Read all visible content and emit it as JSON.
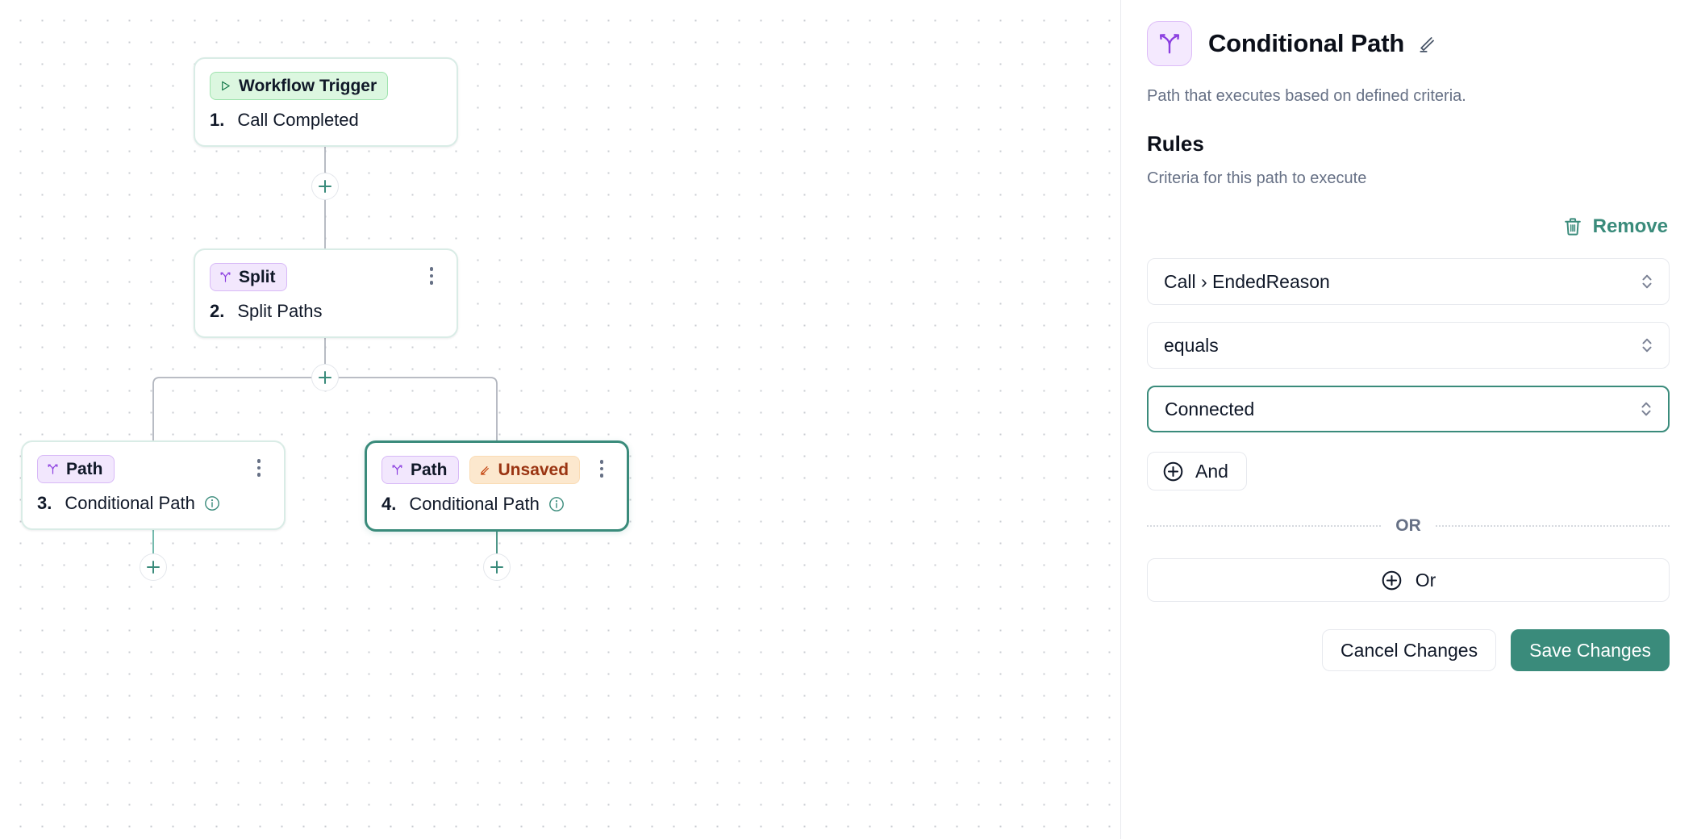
{
  "canvas": {
    "nodes": [
      {
        "badge_label": "Workflow Trigger",
        "badge_icon": "play-triangle-icon",
        "number": "1.",
        "title": "Call Completed",
        "has_kebab": false,
        "has_info": false,
        "unsaved": false,
        "selected": false
      },
      {
        "badge_label": "Split",
        "badge_icon": "branch-icon",
        "number": "2.",
        "title": "Split Paths",
        "has_kebab": true,
        "has_info": false,
        "unsaved": false,
        "selected": false
      },
      {
        "badge_label": "Path",
        "badge_icon": "branch-icon",
        "number": "3.",
        "title": "Conditional Path",
        "has_kebab": true,
        "has_info": true,
        "unsaved": false,
        "selected": false
      },
      {
        "badge_label": "Path",
        "badge_icon": "branch-icon",
        "number": "4.",
        "title": "Conditional Path",
        "has_kebab": true,
        "has_info": true,
        "unsaved": true,
        "unsaved_label": "Unsaved",
        "selected": true
      }
    ],
    "add_buttons": [
      "add-node-after-trigger",
      "add-node-after-split",
      "add-node-after-path-3",
      "add-node-after-path-4"
    ]
  },
  "panel": {
    "icon": "conditional-path-icon",
    "title": "Conditional Path",
    "edit_icon": "pencil-icon",
    "description": "Path that executes based on defined criteria.",
    "rules_heading": "Rules",
    "rules_subtitle": "Criteria for this path to execute",
    "remove_label": "Remove",
    "remove_icon": "trash-icon",
    "conditions": [
      {
        "name": "field-select",
        "value": "Call › EndedReason",
        "focused": false
      },
      {
        "name": "operator-select",
        "value": "equals",
        "focused": false
      },
      {
        "name": "value-select",
        "value": "Connected",
        "focused": true
      }
    ],
    "and_label": "And",
    "or_divider_label": "OR",
    "or_label": "Or",
    "cancel_label": "Cancel Changes",
    "save_label": "Save Changes"
  },
  "colors": {
    "accent_teal": "#3a8b7b",
    "badge_purple_bg": "#f2e7fd",
    "badge_green_bg": "#dcf7e0",
    "badge_orange_bg": "#fce8ce",
    "purple_icon": "#8b3ee0",
    "orange_text": "#9a3412"
  }
}
